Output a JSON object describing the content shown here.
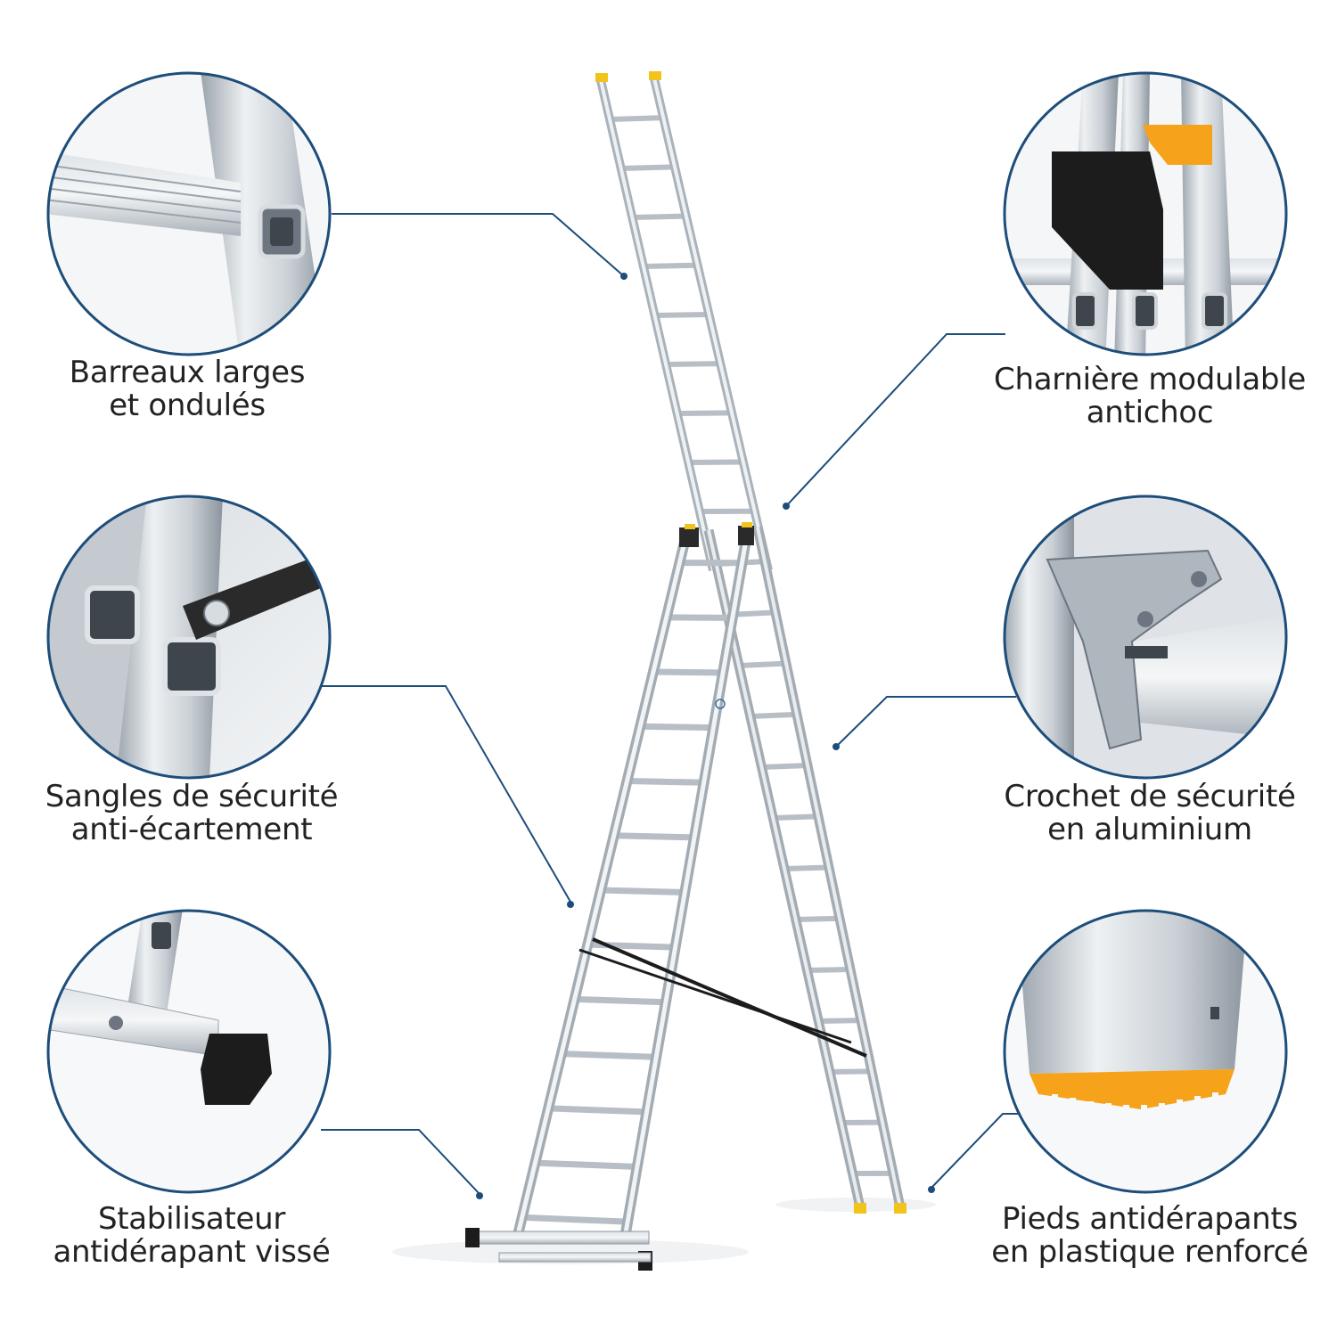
{
  "colors": {
    "circle_stroke": "#1d4d7a",
    "leader_line": "#1d4d7a",
    "aluminium_light": "#e8ebee",
    "aluminium_mid": "#c2c8cf",
    "aluminium_dark": "#8f98a2",
    "plastic_black": "#1c1c1c",
    "foot_orange": "#f6a21a",
    "cap_yellow": "#f2c31b",
    "strap": "#2a2a2a",
    "caption_text": "#222222"
  },
  "features": [
    {
      "id": "rungs",
      "icon": "wide-rung-detail-icon",
      "lines": [
        "Barreaux larges",
        "et ondulés"
      ]
    },
    {
      "id": "hinge",
      "icon": "hinge-detail-icon",
      "lines": [
        "Charnière modulable",
        "antichoc"
      ]
    },
    {
      "id": "straps",
      "icon": "safety-strap-detail-icon",
      "lines": [
        "Sangles de sécurité",
        "anti-écartement"
      ]
    },
    {
      "id": "hook",
      "icon": "safety-hook-detail-icon",
      "lines": [
        "Crochet de sécurité",
        "en aluminium"
      ]
    },
    {
      "id": "stabilizer",
      "icon": "stabilizer-detail-icon",
      "lines": [
        "Stabilisateur",
        "antidérapant vissé"
      ]
    },
    {
      "id": "feet",
      "icon": "anti-slip-foot-detail-icon",
      "lines": [
        "Pieds antidérapants",
        "en plastique renforcé"
      ]
    }
  ]
}
